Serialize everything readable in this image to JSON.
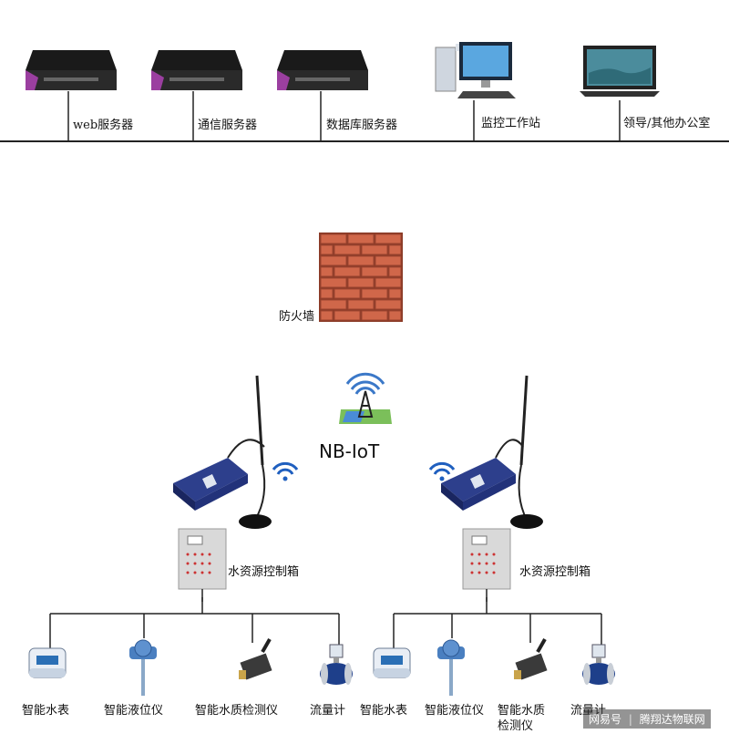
{
  "top_network": {
    "servers": [
      {
        "label": "web服务器",
        "icon": "server-icon"
      },
      {
        "label": "通信服务器",
        "icon": "server-icon"
      },
      {
        "label": "数据库服务器",
        "icon": "server-icon"
      }
    ],
    "workstation": {
      "label": "监控工作站",
      "icon": "desktop-computer-icon"
    },
    "office": {
      "label": "领导/其他办公室",
      "icon": "laptop-icon"
    }
  },
  "firewall": {
    "label": "防火墙",
    "icon": "brick-wall-icon"
  },
  "network": {
    "label": "NB-IoT",
    "icon": "signal-tower-icon"
  },
  "stations": [
    {
      "controller_label": "水资源控制箱",
      "devices": [
        {
          "label": "智能水表",
          "icon": "water-meter-icon"
        },
        {
          "label": "智能液位仪",
          "icon": "level-gauge-icon"
        },
        {
          "label": "智能水质检测仪",
          "icon": "water-quality-probe-icon"
        },
        {
          "label": "流量计",
          "icon": "flow-meter-icon"
        }
      ]
    },
    {
      "controller_label": "水资源控制箱",
      "devices": [
        {
          "label": "智能水表",
          "icon": "water-meter-icon"
        },
        {
          "label": "智能液位仪",
          "icon": "level-gauge-icon"
        },
        {
          "label": "智能水质",
          "label2": "检测仪",
          "icon": "water-quality-probe-icon"
        },
        {
          "label": "流量计",
          "icon": "flow-meter-icon"
        }
      ]
    }
  ],
  "watermark": {
    "left": "网易号",
    "sep": "|",
    "right": "腾翔达物联网"
  },
  "colors": {
    "server_accent": "#9b3fa0",
    "brick": "#c8553a",
    "device_blue": "#1e3f8a",
    "cabinet": "#d9d9d9"
  }
}
